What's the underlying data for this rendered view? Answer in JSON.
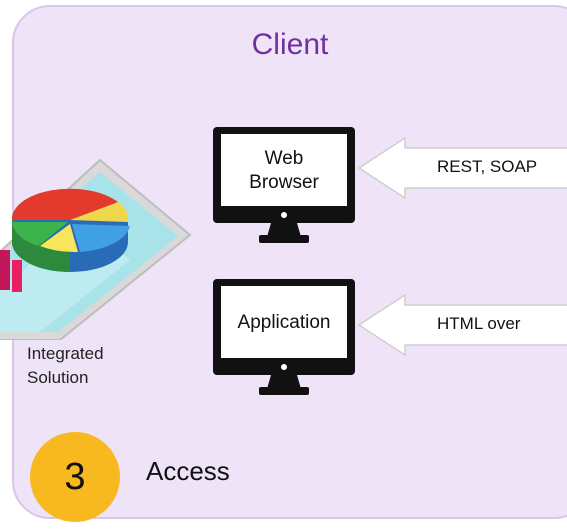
{
  "client_panel": {
    "title": "Client",
    "accent_color": "#7030a0",
    "background_color": "#eee3f7"
  },
  "integrated_solution": {
    "label_line1": "Integrated",
    "label_line2": "Solution",
    "icon": "tablet-pie-chart-illustration"
  },
  "clients": [
    {
      "screen_line1": "Web",
      "screen_line2": "Browser",
      "icon": "monitor-icon",
      "arrow_label": "REST, SOAP"
    },
    {
      "screen_line1": "Application",
      "icon": "monitor-icon",
      "arrow_label": "HTML over"
    }
  ],
  "step": {
    "number": "3",
    "label": "Access",
    "badge_color": "#f8b820"
  }
}
